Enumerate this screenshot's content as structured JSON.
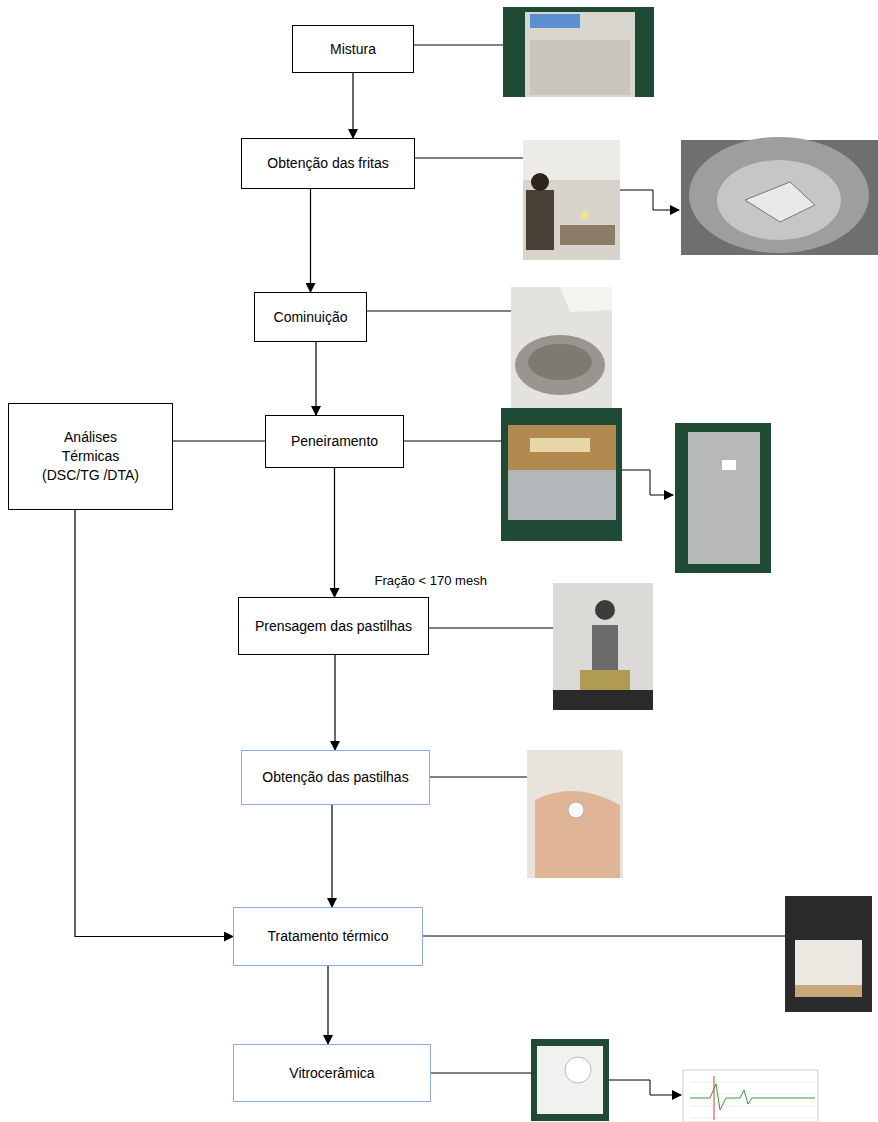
{
  "diagram": {
    "nodes": [
      {
        "text": [
          "Mistura"
        ]
      },
      {
        "text": [
          "Obtenção das fritas"
        ]
      },
      {
        "text": [
          "Cominuição"
        ]
      },
      {
        "text": [
          "Análises Térmicas (DSC/TG /DTA)"
        ]
      },
      {
        "text": [
          "Peneiramento"
        ]
      },
      {
        "text": [
          "Prensagem das pastilhas"
        ]
      },
      {
        "text": [
          "Obtenção das pastilhas"
        ]
      },
      {
        "text": [
          "Tratamento térmico"
        ]
      },
      {
        "text": [
          "Vitrocerâmica"
        ]
      }
    ],
    "edges": [
      {
        "from": 0,
        "to": 1,
        "arrow": "to"
      },
      {
        "from": 1,
        "to": 2,
        "arrow": "to"
      },
      {
        "from": 2,
        "to": 4,
        "arrow": "to"
      },
      {
        "from": 4,
        "to": 5,
        "arrow": "to",
        "label": "Fração < 170 mesh"
      },
      {
        "from": 5,
        "to": 6,
        "arrow": "to"
      },
      {
        "from": 6,
        "to": 7,
        "arrow": "to"
      },
      {
        "from": 7,
        "to": 8,
        "arrow": "to"
      },
      {
        "from": 3,
        "to": 4,
        "arrow": "none"
      },
      {
        "from": 3,
        "to": 7,
        "arrow": "to"
      }
    ]
  }
}
